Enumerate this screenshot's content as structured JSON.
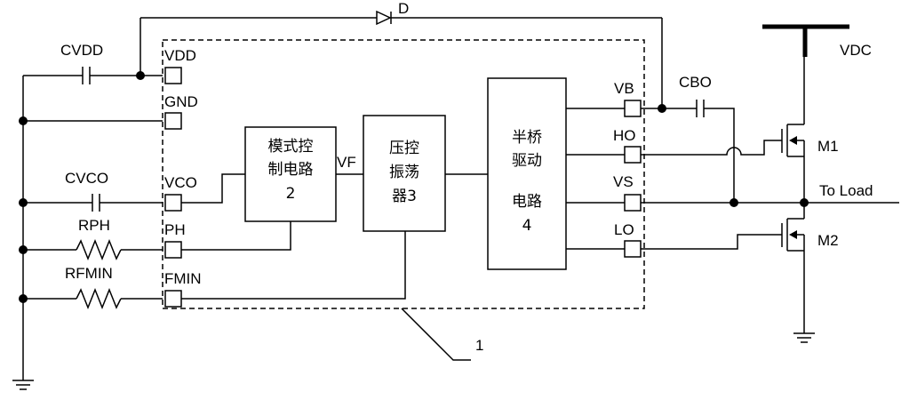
{
  "labels": {
    "cvdd": "CVDD",
    "cvco": "CVCO",
    "rph": "RPH",
    "rfmin": "RFMIN",
    "diode": "D",
    "vdc": "VDC",
    "cbo": "CBO",
    "m1": "M1",
    "m2": "M2",
    "to_load": "To Load",
    "vf": "VF",
    "chip_number": "1"
  },
  "pins_left": [
    "VDD",
    "GND",
    "VCO",
    "PH",
    "FMIN"
  ],
  "pins_right": [
    "VB",
    "HO",
    "VS",
    "LO"
  ],
  "blocks": {
    "mode_control": [
      "模式控",
      "制电路",
      "2"
    ],
    "vco": [
      "压控",
      "振荡",
      "器3"
    ],
    "half_bridge": [
      "半桥",
      "驱动",
      "电路",
      "4"
    ]
  }
}
